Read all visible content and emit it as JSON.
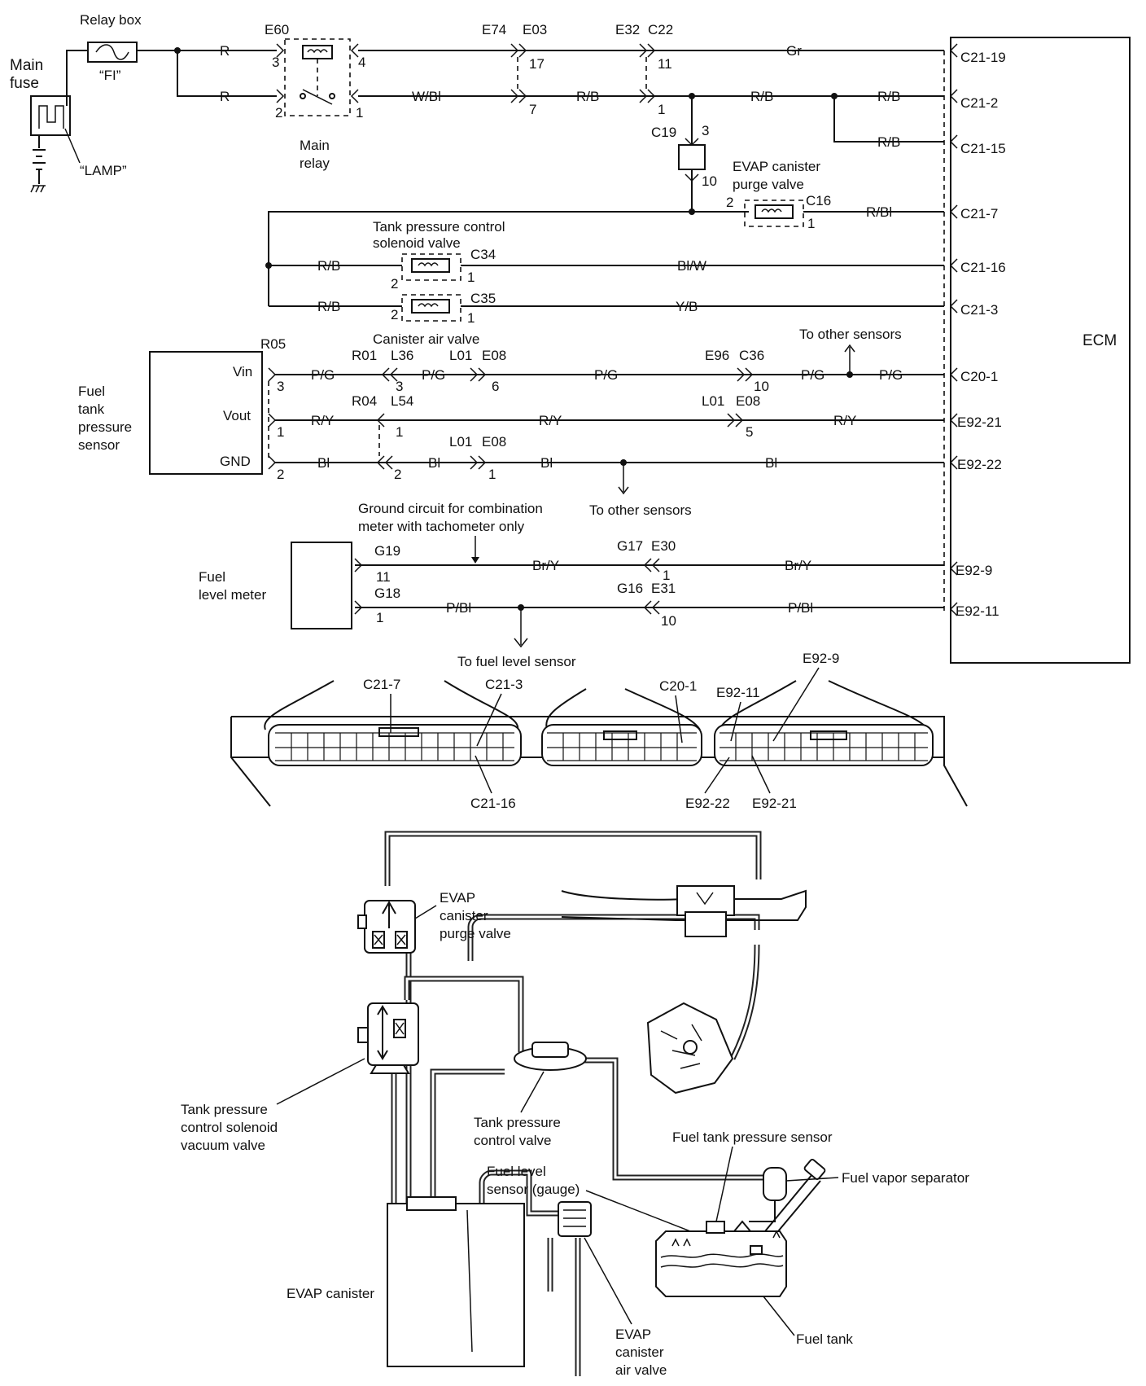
{
  "power": {
    "main_fuse": [
      "Main",
      "fuse"
    ],
    "relay_box": "Relay box",
    "fi_fuse": "“FI”",
    "lamp_fuse": "“LAMP”",
    "main_relay": [
      "Main",
      "relay"
    ],
    "conn_e60": "E60",
    "pins": {
      "p3": "3",
      "p4": "4",
      "p2": "2",
      "p1": "1"
    },
    "wire_r_top": "R",
    "wire_r_bottom": "R",
    "wire_w_bl": "W/Bl"
  },
  "connectors": {
    "e74": "E74",
    "e03": "E03",
    "e32": "E32",
    "c22": "C22",
    "pin17": "17",
    "pin11": "11",
    "pin7": "7",
    "pin1": "1",
    "c19": "C19",
    "c19_pin3": "3",
    "c19_pin10": "10"
  },
  "wires": {
    "gr": "Gr",
    "rb_1": "R/B",
    "rb_2": "R/B",
    "rb_3": "R/B",
    "rb_4": "R/B",
    "r_bl": "R/Bl",
    "rb_c34": "R/B",
    "bl_w": "Bl/W",
    "rb_c35": "R/B",
    "y_b": "Y/B"
  },
  "valves": {
    "evap_purge": [
      "EVAP canister",
      "purge valve"
    ],
    "c16": "C16",
    "c16_pin2": "2",
    "c16_pin1": "1",
    "tank_pressure_solenoid": [
      "Tank pressure control",
      "solenoid valve"
    ],
    "c34": "C34",
    "c34_pin2": "2",
    "c34_pin1": "1",
    "c35": "C35",
    "c35_pin2": "2",
    "c35_pin1": "1",
    "canister_air_valve": "Canister air valve"
  },
  "ecm": {
    "label": "ECM",
    "terminals": [
      "C21-19",
      "C21-2",
      "C21-15",
      "C21-7",
      "C21-16",
      "C21-3",
      "C20-1",
      "E92-21",
      "E92-22",
      "E92-9",
      "E92-11"
    ]
  },
  "sensor": {
    "name": [
      "Fuel",
      "tank",
      "pressure",
      "sensor"
    ],
    "vin": "Vin",
    "vout": "Vout",
    "gnd": "GND",
    "r05": "R05",
    "pin3": "3",
    "pin1": "1",
    "pin2": "2",
    "r01": "R01",
    "l36": "L36",
    "l01a": "L01",
    "e08a": "E08",
    "r01_pin": "3",
    "e08a_pin": "6",
    "r04": "R04",
    "l54": "L54",
    "r04_pin": "1",
    "l01b": "L01",
    "e08b": "E08",
    "e08b_pin": "5",
    "l01c": "L01",
    "e08c": "E08",
    "gnd_pin2": "2",
    "e08c_pin": "1",
    "e96": "E96",
    "c36": "C36",
    "c36_pin": "10",
    "to_other_top": "To other sensors",
    "to_other_bottom": "To other sensors",
    "pg_1": "P/G",
    "pg_2": "P/G",
    "pg_3": "P/G",
    "pg_4": "P/G",
    "pg_5": "P/G",
    "ry_1": "R/Y",
    "ry_2": "R/Y",
    "ry_3": "R/Y",
    "bl_1": "Bl",
    "bl_2": "Bl",
    "bl_3": "Bl",
    "bl_4": "Bl"
  },
  "meter": {
    "name": [
      "Fuel",
      "level meter"
    ],
    "ground_note": [
      "Ground circuit for combination",
      "meter with tachometer only"
    ],
    "g19": "G19",
    "g19_pin": "11",
    "g18": "G18",
    "g18_pin": "1",
    "g17": "G17",
    "e30": "E30",
    "e30_pin": "1",
    "g16": "G16",
    "e31": "E31",
    "e31_pin": "10",
    "br_y_1": "Br/Y",
    "br_y_2": "Br/Y",
    "p_bl_1": "P/Bl",
    "p_bl_2": "P/Bl",
    "to_fuel_level": "To fuel level sensor"
  },
  "connector_view": {
    "c21_7": "C21-7",
    "c21_3": "C21-3",
    "c21_16": "C21-16",
    "c20_1": "C20-1",
    "e92_11": "E92-11",
    "e92_9": "E92-9",
    "e92_22": "E92-22",
    "e92_21": "E92-21"
  },
  "system": {
    "evap_purge": [
      "EVAP",
      "canister",
      "purge valve"
    ],
    "tank_solenoid_vac": [
      "Tank pressure",
      "control solenoid",
      "vacuum valve"
    ],
    "tank_pressure_ctrl": [
      "Tank pressure",
      "control valve"
    ],
    "fuel_level_sensor": [
      "Fuel level",
      "sensor (gauge)"
    ],
    "fuel_tank_pressure_sensor": "Fuel tank pressure sensor",
    "fuel_vapor_separator": "Fuel vapor separator",
    "evap_canister": "EVAP canister",
    "evap_air_valve": [
      "EVAP",
      "canister",
      "air valve"
    ],
    "fuel_tank": "Fuel tank"
  }
}
